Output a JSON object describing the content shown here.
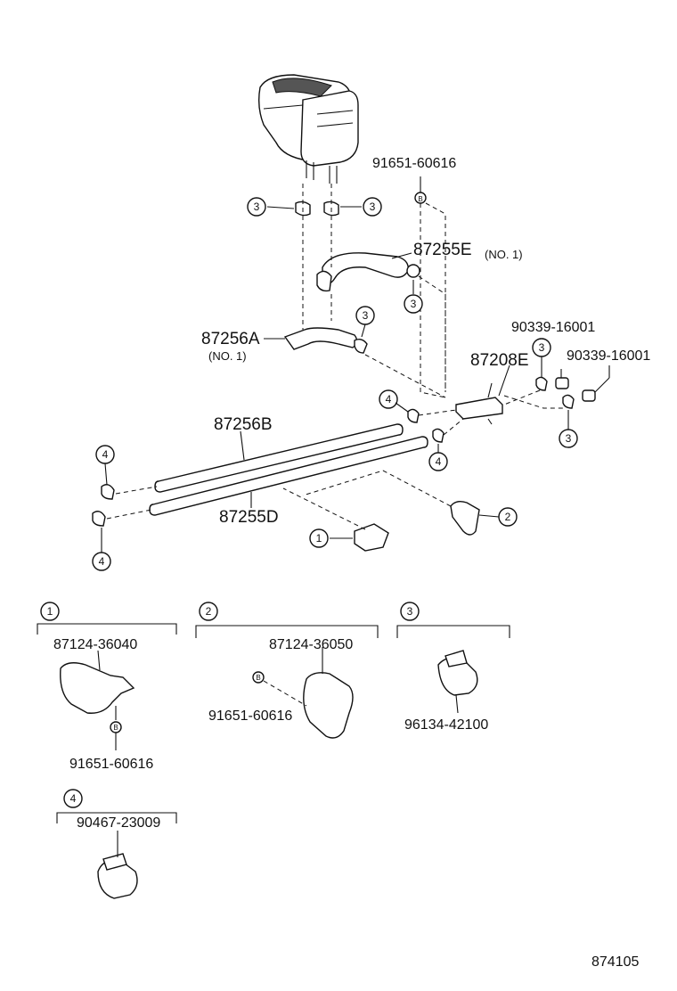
{
  "labels": {
    "p91651_top": "91651-60616",
    "p87255E": "87255E",
    "no1_a": "(NO. 1)",
    "p87256A": "87256A",
    "no1_b": "(NO. 1)",
    "p90339_a": "90339-16001",
    "p90339_b": "90339-16001",
    "p87208E": "87208E",
    "p87256B": "87256B",
    "p87255D": "87255D",
    "p87124_36040": "87124-36040",
    "p91651_d1": "91651-60616",
    "p87124_36050": "87124-36050",
    "p91651_d2": "91651-60616",
    "p96134": "96134-42100",
    "p90467": "90467-23009",
    "diagram_id": "874105"
  },
  "callouts": {
    "c1": "1",
    "c2": "2",
    "c3": "3",
    "c4": "4",
    "bolt": "B"
  }
}
